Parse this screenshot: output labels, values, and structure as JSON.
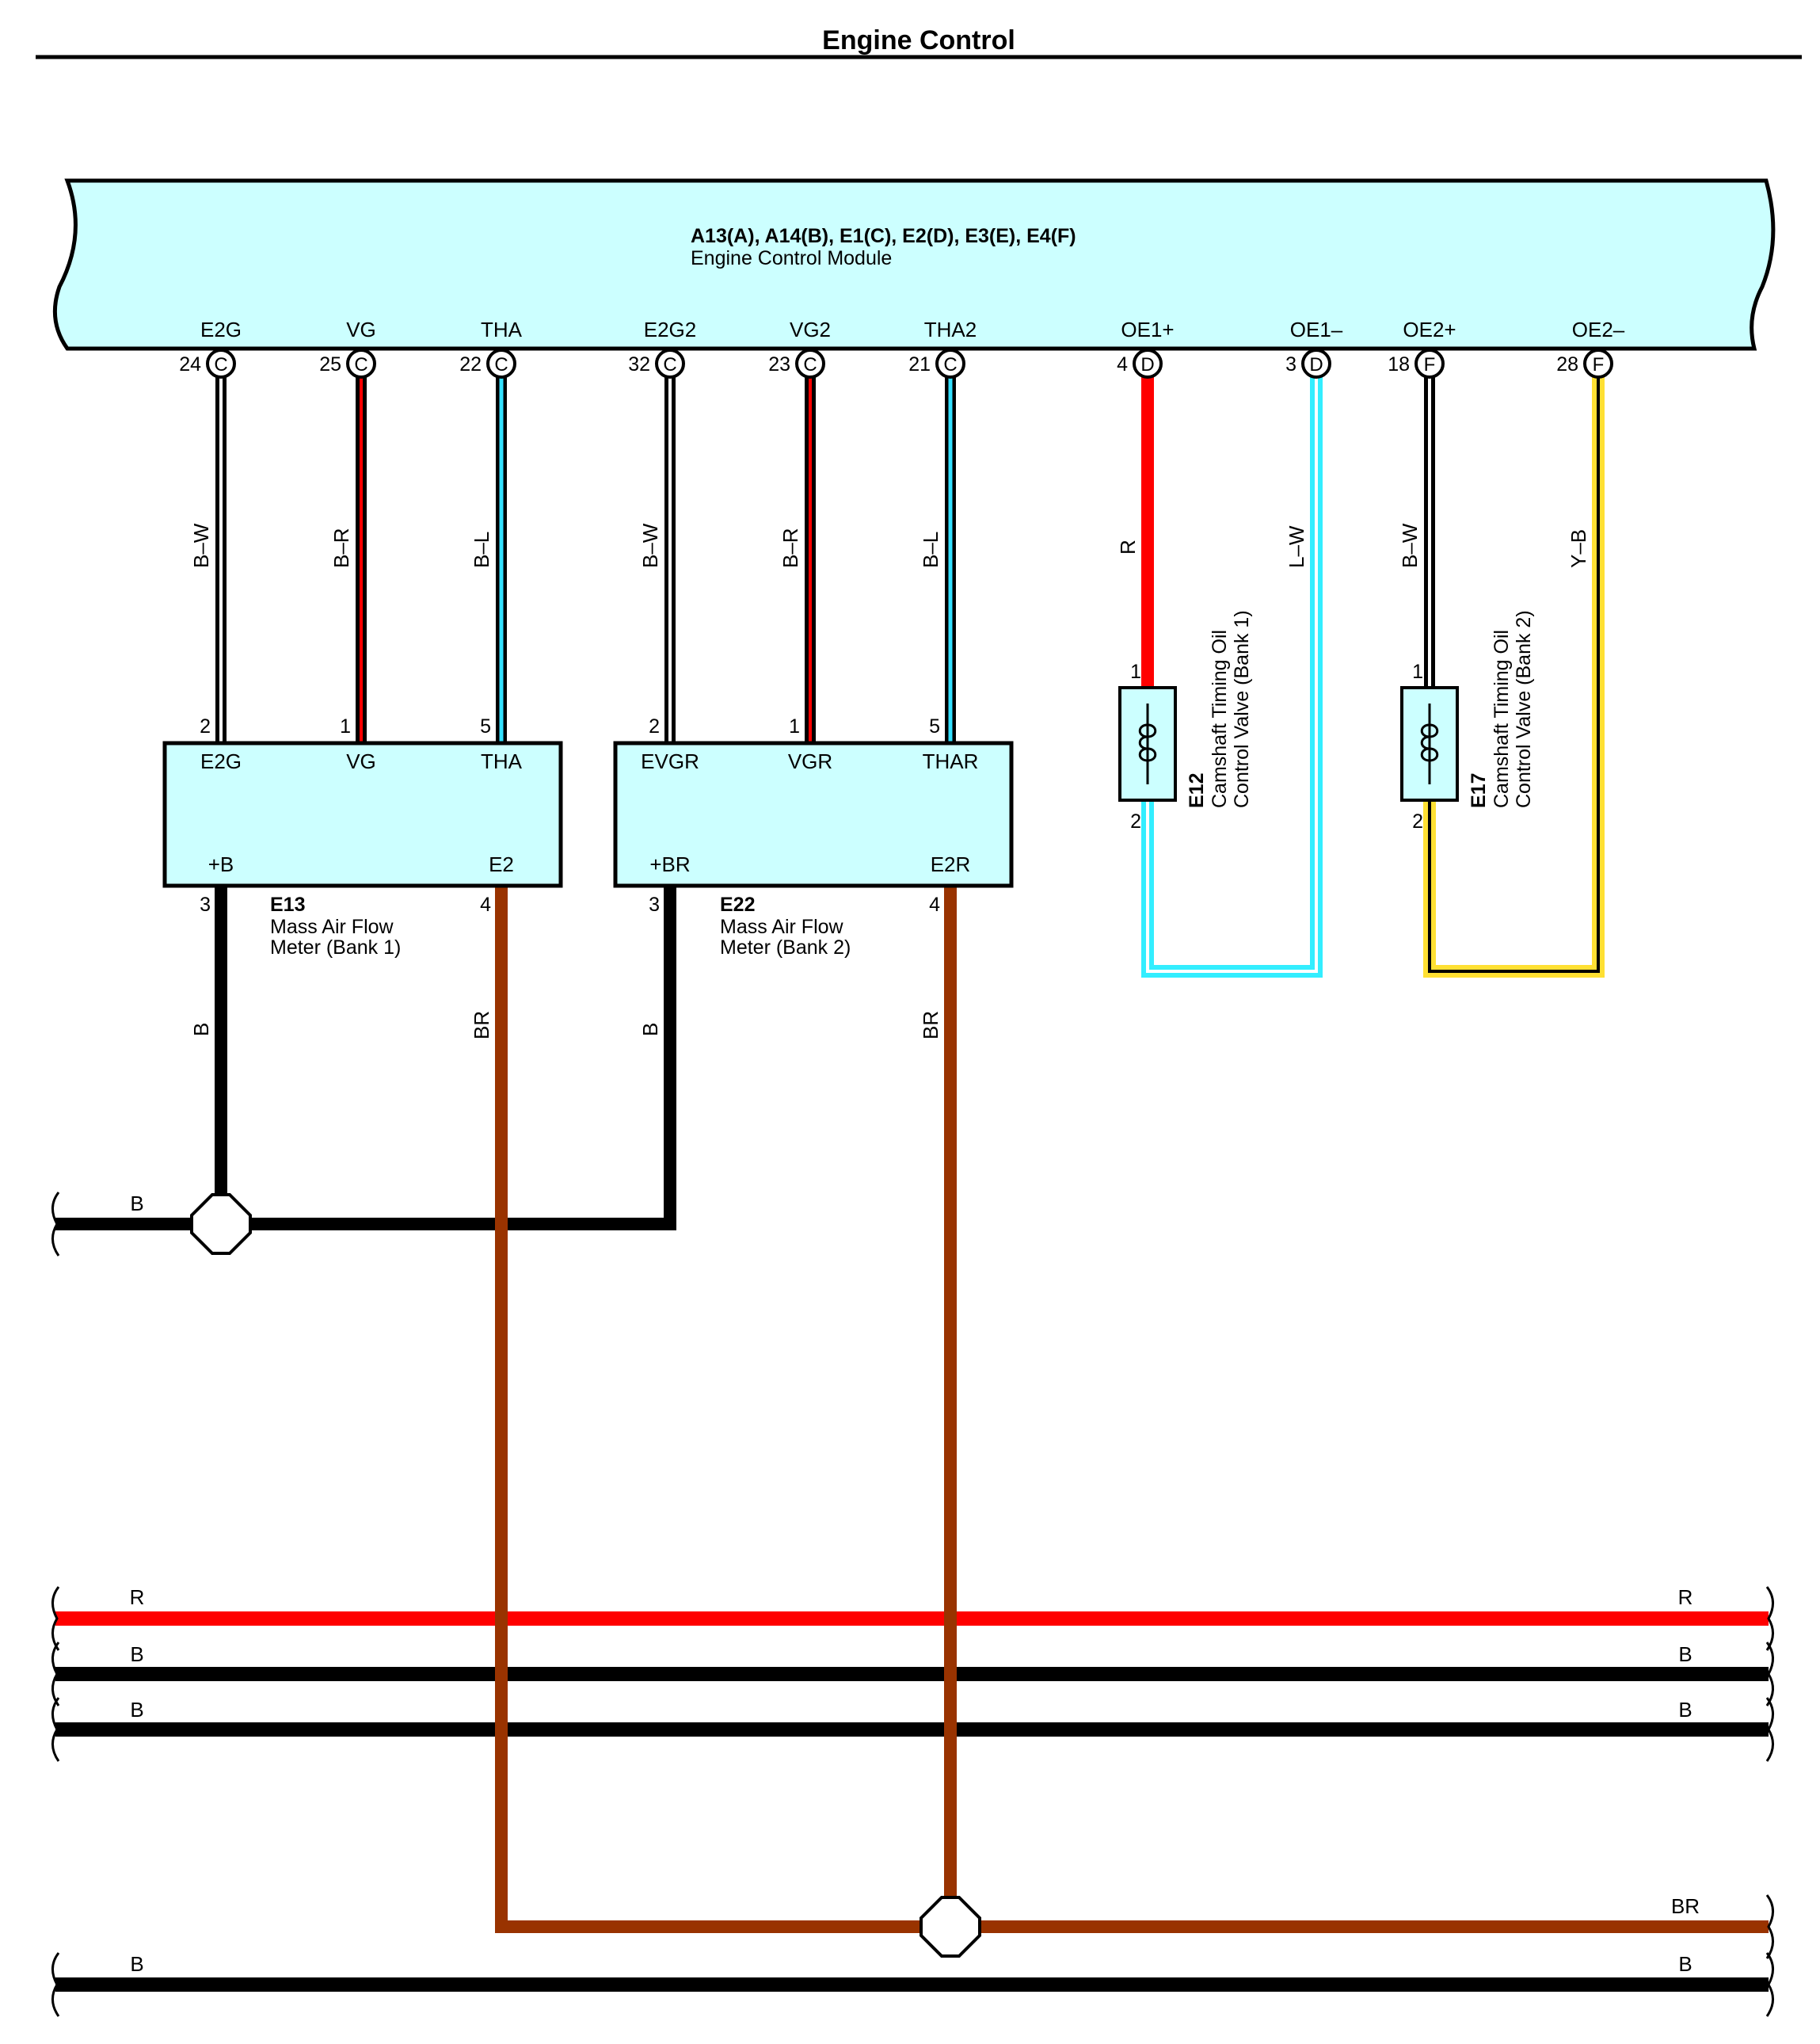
{
  "page_title": "Engine Control",
  "ecm": {
    "connectors": "A13(A), A14(B), E1(C), E2(D), E3(E), E4(F)",
    "name": "Engine Control Module",
    "pins": [
      {
        "signal": "E2G",
        "num": "24",
        "conn": "C",
        "wire": "B–W",
        "color_main": "#000000",
        "color_stripe": "#ffffff"
      },
      {
        "signal": "VG",
        "num": "25",
        "conn": "C",
        "wire": "B–R",
        "color_main": "#000000",
        "color_stripe": "#ff0000"
      },
      {
        "signal": "THA",
        "num": "22",
        "conn": "C",
        "wire": "B–L",
        "color_main": "#000000",
        "color_stripe": "#33e0ff"
      },
      {
        "signal": "E2G2",
        "num": "32",
        "conn": "C",
        "wire": "B–W",
        "color_main": "#000000",
        "color_stripe": "#ffffff"
      },
      {
        "signal": "VG2",
        "num": "23",
        "conn": "C",
        "wire": "B–R",
        "color_main": "#000000",
        "color_stripe": "#ff0000"
      },
      {
        "signal": "THA2",
        "num": "21",
        "conn": "C",
        "wire": "B–L",
        "color_main": "#000000",
        "color_stripe": "#33e0ff"
      },
      {
        "signal": "OE1+",
        "num": "4",
        "conn": "D",
        "wire": "R",
        "color_main": "#ff0000",
        "color_stripe": ""
      },
      {
        "signal": "OE1–",
        "num": "3",
        "conn": "D",
        "wire": "L–W",
        "color_main": "#33eeff",
        "color_stripe": "#ffffff"
      },
      {
        "signal": "OE2+",
        "num": "18",
        "conn": "F",
        "wire": "B–W",
        "color_main": "#000000",
        "color_stripe": "#ffffff"
      },
      {
        "signal": "OE2–",
        "num": "28",
        "conn": "F",
        "wire": "Y–B",
        "color_main": "#ffe033",
        "color_stripe": "#ffffff"
      }
    ]
  },
  "maf1": {
    "id": "E13",
    "name_line1": "Mass Air Flow",
    "name_line2": "Meter (Bank 1)",
    "top_pins": [
      {
        "signal": "E2G",
        "num": "2"
      },
      {
        "signal": "VG",
        "num": "1"
      },
      {
        "signal": "THA",
        "num": "5"
      }
    ],
    "bottom_pins": [
      {
        "signal": "+B",
        "num": "3",
        "wire": "B"
      },
      {
        "signal": "E2",
        "num": "4",
        "wire": "BR"
      }
    ]
  },
  "maf2": {
    "id": "E22",
    "name_line1": "Mass Air Flow",
    "name_line2": "Meter (Bank 2)",
    "top_pins": [
      {
        "signal": "EVGR",
        "num": "2"
      },
      {
        "signal": "VGR",
        "num": "1"
      },
      {
        "signal": "THAR",
        "num": "5"
      }
    ],
    "bottom_pins": [
      {
        "signal": "+BR",
        "num": "3",
        "wire": "B"
      },
      {
        "signal": "E2R",
        "num": "4",
        "wire": "BR"
      }
    ]
  },
  "valve1": {
    "id": "E12",
    "name_line1": "Camshaft Timing Oil",
    "name_line2": "Control Valve (Bank 1)",
    "pin_top": "1",
    "pin_bottom": "2"
  },
  "valve2": {
    "id": "E17",
    "name_line1": "Camshaft Timing Oil",
    "name_line2": "Control Valve (Bank 2)",
    "pin_top": "1",
    "pin_bottom": "2"
  },
  "ground_bus_label": "B",
  "buses": [
    {
      "left_label": "R",
      "right_label": "R",
      "color": "#ff0000"
    },
    {
      "left_label": "B",
      "right_label": "B",
      "color": "#000000"
    },
    {
      "left_label": "B",
      "right_label": "B",
      "color": "#000000"
    },
    {
      "left_label": "",
      "right_label": "BR",
      "color": "#993300"
    },
    {
      "left_label": "B",
      "right_label": "B",
      "color": "#000000"
    }
  ],
  "colors": {
    "module_fill": "#ccffff",
    "brown": "#993300",
    "black": "#000000",
    "red": "#ff0000",
    "cyan": "#33eeff",
    "yellow": "#ffe033"
  }
}
